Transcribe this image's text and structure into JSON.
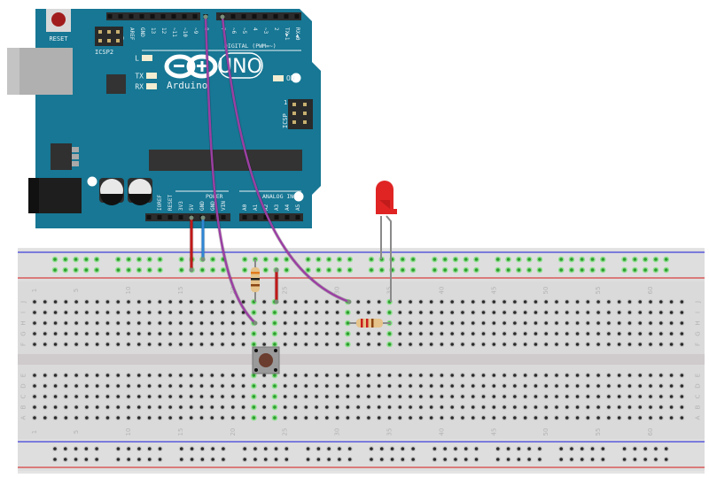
{
  "board": {
    "name": "Arduino UNO",
    "brand_text": "Arduino",
    "model_text": "UNO",
    "reset_label": "RESET",
    "icsp2_label": "ICSP2",
    "icsp_label": "ICSP",
    "icsp_pin1_label": "1",
    "led_labels": {
      "L": "L",
      "TX": "TX",
      "RX": "RX",
      "ON": "ON"
    },
    "digital_header_label": "DIGITAL (PWM=~)",
    "power_header_label": "POWER",
    "analog_header_label": "ANALOG IN",
    "top_left_pins": [
      "",
      "",
      "AREF",
      "GND",
      "13",
      "12",
      "~11",
      "~10",
      "~9",
      "8"
    ],
    "top_right_pins": [
      "7",
      "~6",
      "~5",
      "4",
      "~3",
      "2",
      "TX▶1",
      "RX◀0"
    ],
    "power_pins": [
      "",
      "IOREF",
      "RESET",
      "3V3",
      "5V",
      "GND",
      "GND",
      "VIN"
    ],
    "analog_pins": [
      "A0",
      "A1",
      "A2",
      "A3",
      "A4",
      "A5"
    ],
    "colors": {
      "pcb": "#177794",
      "pcb_edge": "#0f6a85",
      "header": "#2c2c2c",
      "chip": "#333333"
    }
  },
  "breadboard": {
    "columns": 63,
    "column_number_labels": [
      "1",
      "5",
      "10",
      "15",
      "20",
      "25",
      "30",
      "35",
      "40",
      "45",
      "50",
      "55",
      "60"
    ],
    "top_rows": [
      "J",
      "I",
      "H",
      "G",
      "F"
    ],
    "bottom_rows": [
      "E",
      "D",
      "C",
      "B",
      "A"
    ],
    "colors": {
      "body": "#dcdcdc",
      "channel": "#cfcacb",
      "rail_blue": "#5a5adb",
      "rail_red": "#d85a5a",
      "hole": "#2a2a2a",
      "hole_active": "#3ec43e"
    }
  },
  "components": {
    "led": {
      "name": "Red LED",
      "color": "#e02424"
    },
    "resistor_pullup": {
      "name": "Resistor (vertical)",
      "bands": [
        "#e37a1c",
        "#222222",
        "#8b4513"
      ]
    },
    "resistor_led": {
      "name": "Resistor (horizontal)",
      "bands": [
        "#c81e1e",
        "#c81e1e",
        "#8b4513"
      ]
    },
    "pushbutton": {
      "name": "Pushbutton",
      "cap_color": "#6b3d2e"
    }
  },
  "wires": [
    {
      "name": "wire-5v",
      "from": "5V",
      "to": "+ rail",
      "color": "#c01818"
    },
    {
      "name": "wire-gnd",
      "from": "GND",
      "to": "- rail",
      "color": "#2f86d3"
    },
    {
      "name": "wire-pin8",
      "from": "Pin 8",
      "to": "Row H col 22",
      "color": "#9b3fa3"
    },
    {
      "name": "wire-pin7",
      "from": "Pin 7",
      "to": "Row J col 31",
      "color": "#9b3fa3"
    },
    {
      "name": "jumper-5v-button",
      "from": "+ rail",
      "to": "Row J col 24",
      "color": "#c01818"
    }
  ]
}
